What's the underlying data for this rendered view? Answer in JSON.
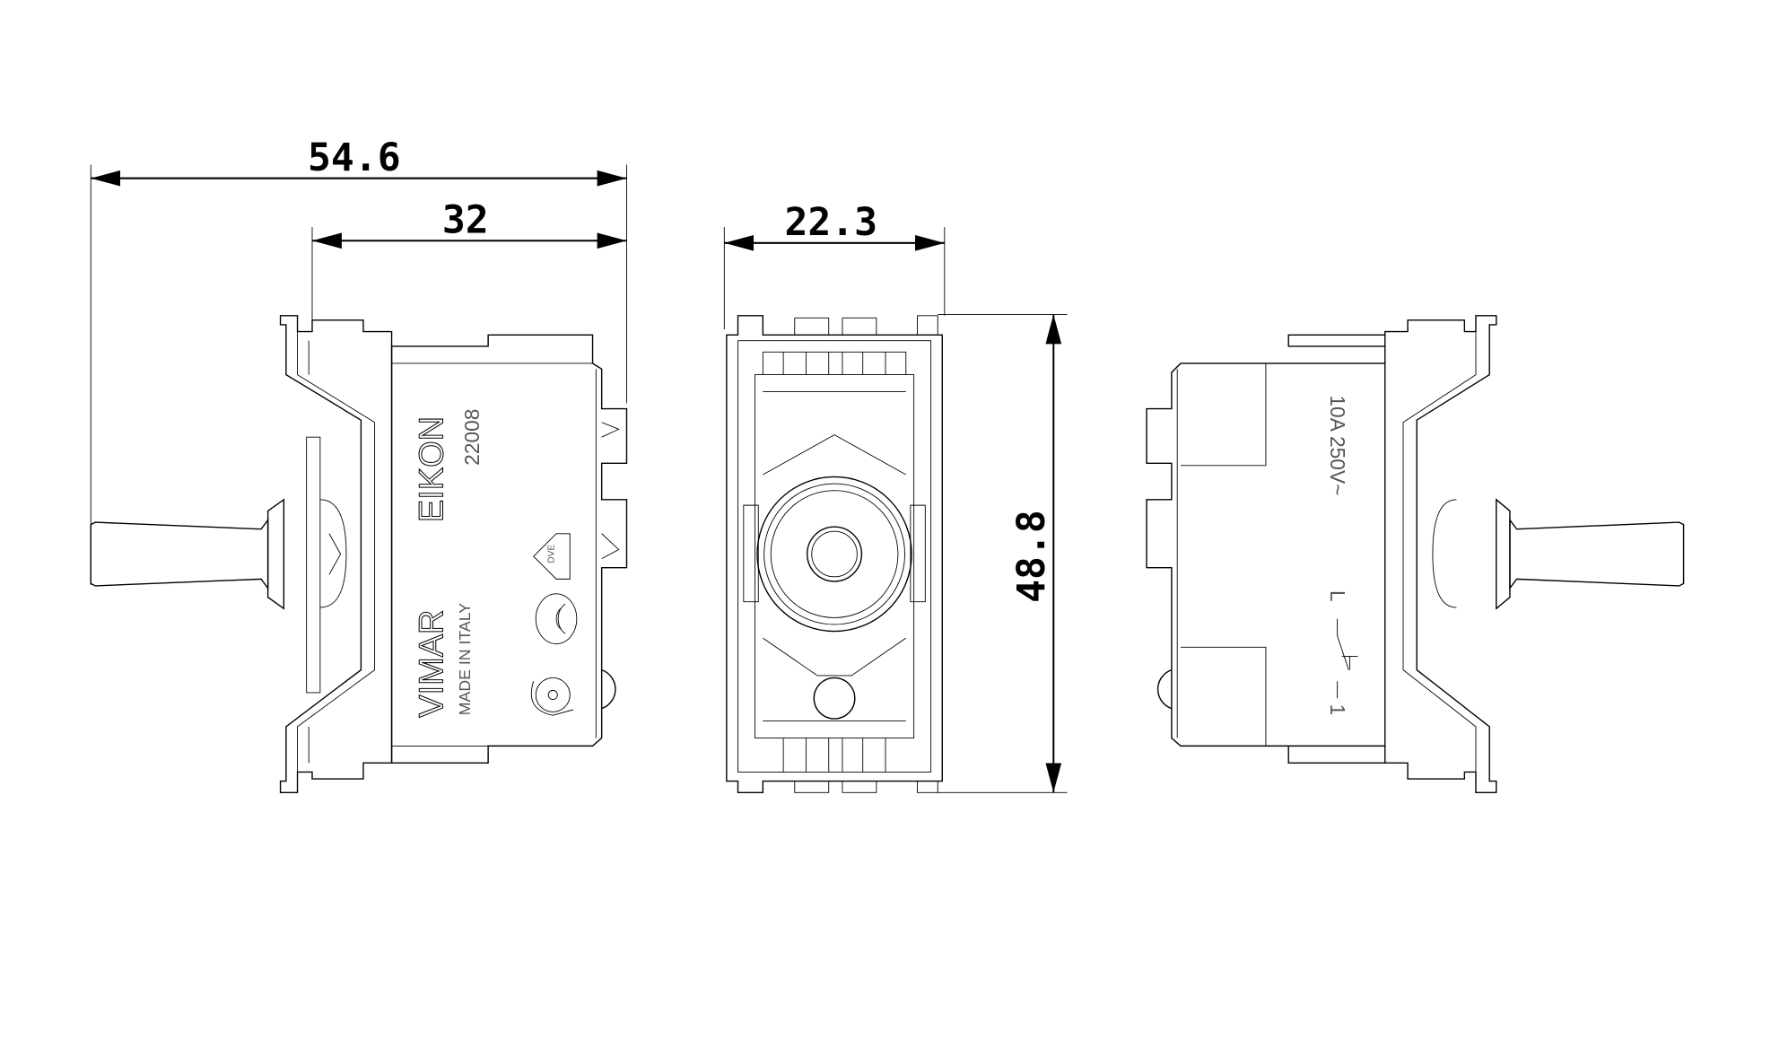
{
  "dimensions": {
    "overall_depth": "54.6",
    "body_depth": "32",
    "width": "22.3",
    "height": "48.8"
  },
  "left_view_markings": {
    "series": "EIKON",
    "code": "22008",
    "brand": "VIMAR",
    "origin": "MADE IN ITALY",
    "cert_mark": "DVE"
  },
  "right_view_markings": {
    "rating": "10A  250V~",
    "terminal_l": "L",
    "terminal_1": "1"
  }
}
